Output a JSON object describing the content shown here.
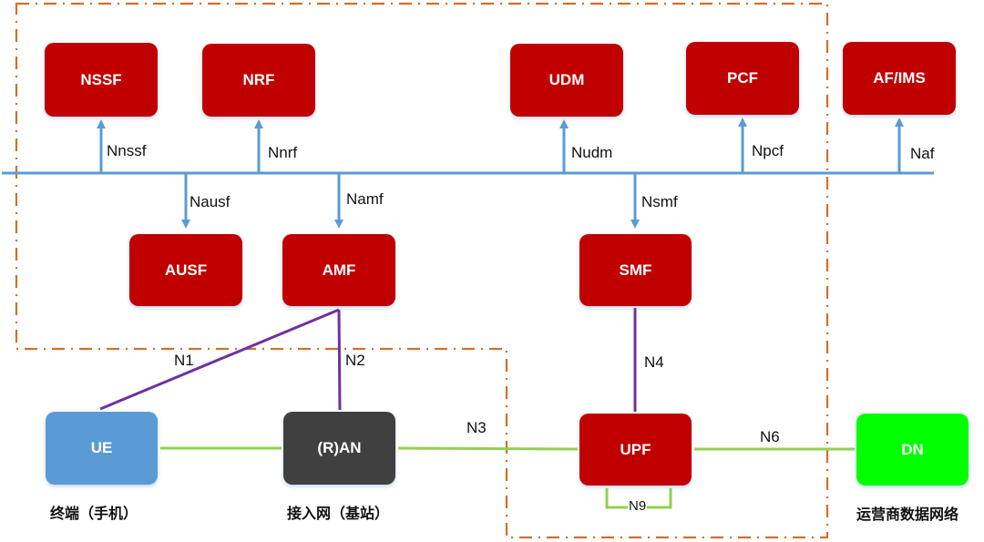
{
  "colors": {
    "nf_red": "#c00000",
    "ue_blue": "#5b9bd5",
    "ran_dark": "#404040",
    "dn_green": "#00ff00",
    "bus_blue": "#5b9bd5",
    "control_purple": "#7030a0",
    "user_green": "#92d050",
    "boundary_orange": "#d0702a"
  },
  "nodes": {
    "nssf": "NSSF",
    "nrf": "NRF",
    "udm": "UDM",
    "pcf": "PCF",
    "af": "AF/IMS",
    "ausf": "AUSF",
    "amf": "AMF",
    "smf": "SMF",
    "ue": "UE",
    "ran": "(R)AN",
    "upf": "UPF",
    "dn": "DN"
  },
  "interfaces": {
    "nnssf": "Nnssf",
    "nnrf": "Nnrf",
    "nudm": "Nudm",
    "npcf": "Npcf",
    "naf": "Naf",
    "nausf": "Nausf",
    "namf": "Namf",
    "nsmf": "Nsmf",
    "n1": "N1",
    "n2": "N2",
    "n3": "N3",
    "n4": "N4",
    "n6": "N6",
    "n9": "N9"
  },
  "captions": {
    "ue": "终端（手机）",
    "ran": "接入网（基站）",
    "dn": "运营商数据网络"
  }
}
